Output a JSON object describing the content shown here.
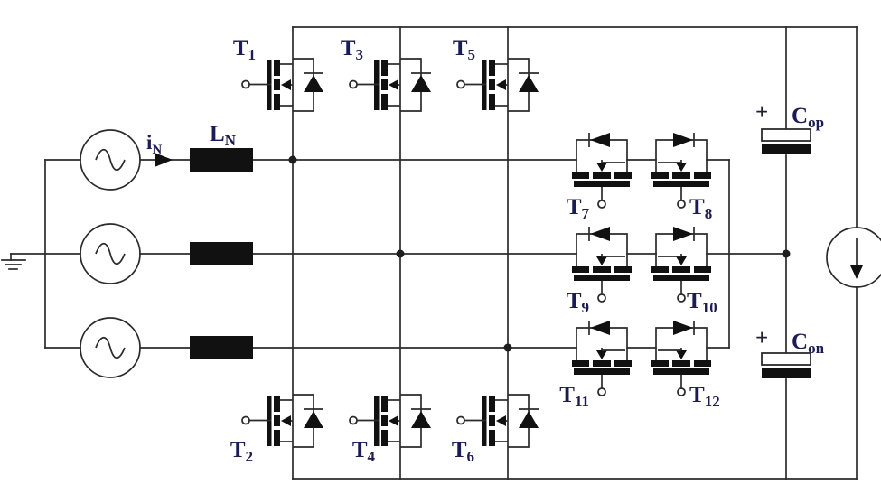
{
  "labels": {
    "t1": {
      "main": "T",
      "sub": "1"
    },
    "t2": {
      "main": "T",
      "sub": "2"
    },
    "t3": {
      "main": "T",
      "sub": "3"
    },
    "t4": {
      "main": "T",
      "sub": "4"
    },
    "t5": {
      "main": "T",
      "sub": "5"
    },
    "t6": {
      "main": "T",
      "sub": "6"
    },
    "t7": {
      "main": "T",
      "sub": "7"
    },
    "t8": {
      "main": "T",
      "sub": "8"
    },
    "t9": {
      "main": "T",
      "sub": "9"
    },
    "t10": {
      "main": "T",
      "sub": "10"
    },
    "t11": {
      "main": "T",
      "sub": "11"
    },
    "t12": {
      "main": "T",
      "sub": "12"
    },
    "i_n": {
      "main": "i",
      "sub": "N"
    },
    "l_n": {
      "main": "L",
      "sub": "N"
    },
    "c_op": {
      "plus": "+",
      "main": "C",
      "sub": "op"
    },
    "c_on": {
      "plus": "+",
      "main": "C",
      "sub": "on"
    }
  },
  "icons": {
    "ac_source": "ac-source-icon",
    "ground": "ground-icon",
    "inductor": "inductor-bar",
    "mosfet": "mosfet-symbol",
    "diode": "diode-symbol",
    "capacitor": "electrolytic-capacitor",
    "current_source": "dc-current-source-icon"
  },
  "colors": {
    "label": "#1c1c54",
    "line": "#2b2b2b",
    "background": "#ffffff"
  }
}
